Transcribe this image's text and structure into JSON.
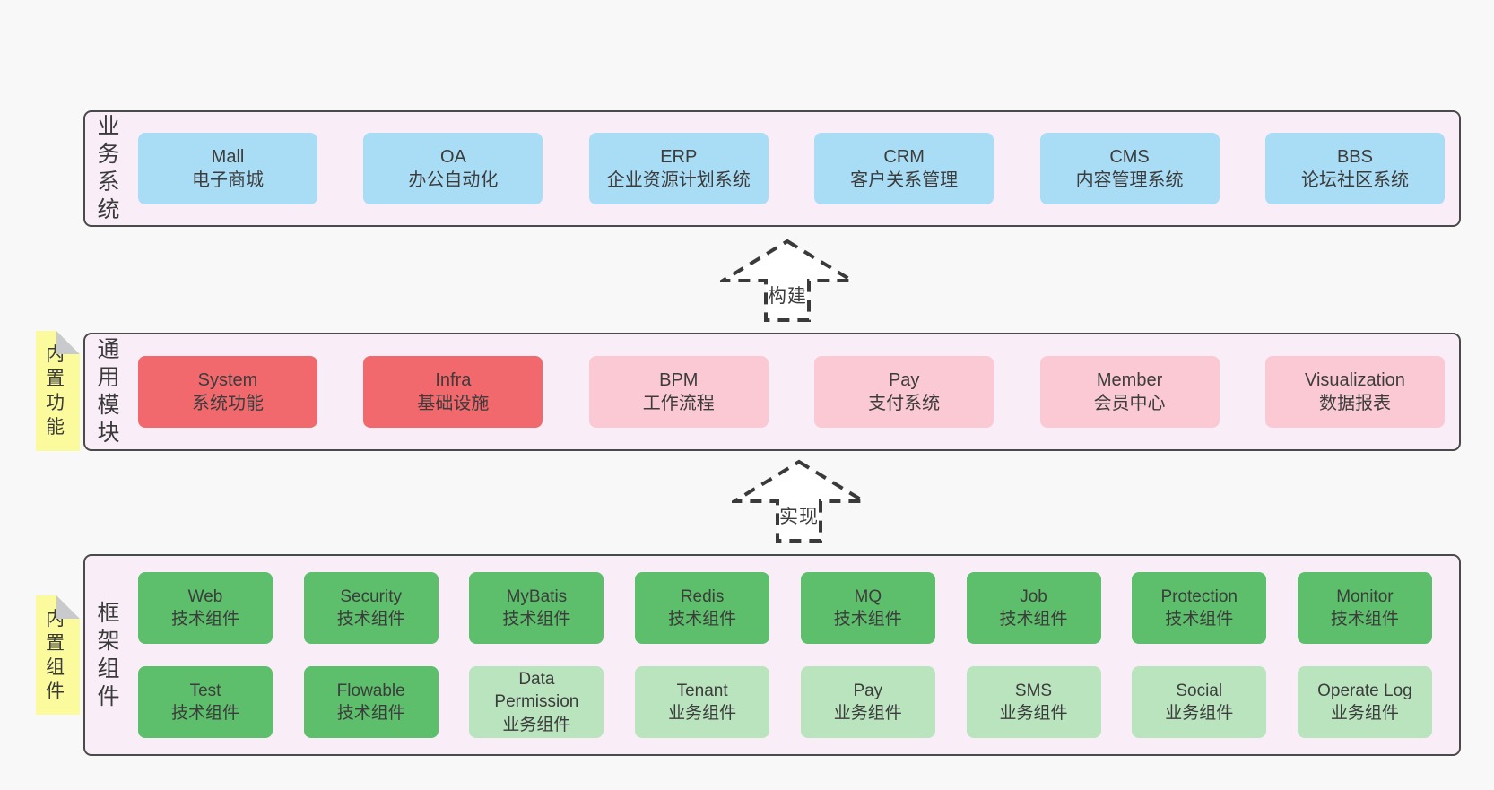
{
  "colors": {
    "page_bg": "#f8f8f8",
    "band_bg": "#f9eef7",
    "band_border": "#4a4a4a",
    "box_blue": "#a9dcf5",
    "box_red": "#f1696d",
    "box_pink": "#fbc9d3",
    "box_green_dark": "#5dbf6b",
    "box_green_light": "#b9e4be",
    "sticky_yellow": "#fbfb9e",
    "sticky_fold": "#c9cacd",
    "text": "#3c3c3c",
    "arrow_stroke": "#3a3a3a",
    "arrow_fill": "#ffffff"
  },
  "layers": [
    {
      "side_label": "业务系统",
      "boxes": [
        {
          "en": "Mall",
          "zh": "电子商城"
        },
        {
          "en": "OA",
          "zh": "办公自动化"
        },
        {
          "en": "ERP",
          "zh": "企业资源计划系统"
        },
        {
          "en": "CRM",
          "zh": "客户关系管理"
        },
        {
          "en": "CMS",
          "zh": "内容管理系统"
        },
        {
          "en": "BBS",
          "zh": "论坛社区系统"
        }
      ]
    },
    {
      "side_label": "通用模块",
      "sticky": "内置功能",
      "boxes": [
        {
          "en": "System",
          "zh": "系统功能"
        },
        {
          "en": "Infra",
          "zh": "基础设施"
        },
        {
          "en": "BPM",
          "zh": "工作流程"
        },
        {
          "en": "Pay",
          "zh": "支付系统"
        },
        {
          "en": "Member",
          "zh": "会员中心"
        },
        {
          "en": "Visualization",
          "zh": "数据报表"
        }
      ]
    },
    {
      "side_label": "框架组件",
      "sticky": "内置组件",
      "rows": [
        [
          {
            "en": "Web",
            "zh": "技术组件"
          },
          {
            "en": "Security",
            "zh": "技术组件"
          },
          {
            "en": "MyBatis",
            "zh": "技术组件"
          },
          {
            "en": "Redis",
            "zh": "技术组件"
          },
          {
            "en": "MQ",
            "zh": "技术组件"
          },
          {
            "en": "Job",
            "zh": "技术组件"
          },
          {
            "en": "Protection",
            "zh": "技术组件"
          },
          {
            "en": "Monitor",
            "zh": "技术组件"
          }
        ],
        [
          {
            "en": "Test",
            "zh": "技术组件"
          },
          {
            "en": "Flowable",
            "zh": "技术组件"
          },
          {
            "en": "Data Permission",
            "zh": "业务组件"
          },
          {
            "en": "Tenant",
            "zh": "业务组件"
          },
          {
            "en": "Pay",
            "zh": "业务组件"
          },
          {
            "en": "SMS",
            "zh": "业务组件"
          },
          {
            "en": "Social",
            "zh": "业务组件"
          },
          {
            "en": "Operate Log",
            "zh": "业务组件"
          }
        ]
      ]
    }
  ],
  "arrows": [
    {
      "label": "构建"
    },
    {
      "label": "实现"
    }
  ]
}
